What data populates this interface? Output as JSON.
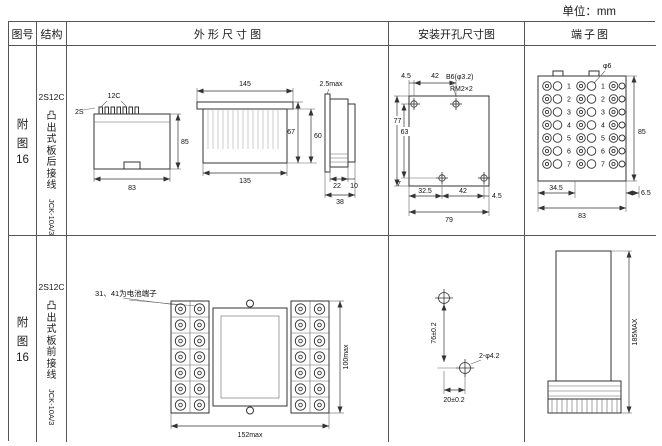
{
  "unit_label": "单位：mm",
  "headers": {
    "fig_no": "图号",
    "structure": "结构",
    "outline": "外 形 尺 寸 图",
    "install": "安装开孔尺寸图",
    "terminal": "端子图"
  },
  "row1": {
    "fig_no": [
      "附",
      "图",
      "16"
    ],
    "model": "2S12C",
    "mount_chars": [
      "凸",
      "出",
      "式",
      "板",
      "后",
      "接",
      "线"
    ],
    "code": "JCK-10A/3",
    "outline": {
      "top_label": "12C",
      "side_label": "2S",
      "height": "85",
      "width": "83",
      "front_top": "145",
      "front_bottom": "135",
      "h_outer": "67",
      "h_inner": "60",
      "flange": "2.5max",
      "d22": "22",
      "d10": "10",
      "d38": "38"
    },
    "install": {
      "d45_top": "4.5",
      "d42_top": "42",
      "hole_label": "B6(φ3.2)",
      "screw_label": "RM2×2",
      "d77": "77",
      "d63": "63",
      "d7": "7",
      "d325": "32.5",
      "d42_bot": "42",
      "d45_bot": "4.5",
      "d79": "79"
    },
    "terminal": {
      "hole_dia": "φ6",
      "height": "85",
      "d345": "34.5",
      "width": "83",
      "d65": "6.5",
      "row_numbers": [
        "1",
        "2",
        "3",
        "4",
        "5",
        "6",
        "7"
      ]
    }
  },
  "row2": {
    "fig_no": [
      "附",
      "图",
      "16"
    ],
    "model": "2S12C",
    "mount_chars": [
      "凸",
      "出",
      "式",
      "板",
      "前",
      "接",
      "线"
    ],
    "code": "JCK-10A/3",
    "outline": {
      "note": "31、41为电池端子",
      "height": "100max",
      "width": "152max"
    },
    "install": {
      "v_dim": "76±0.2",
      "hole_label": "2-φ4.2",
      "h_dim": "20±0.2"
    },
    "terminal": {
      "height": "185MAX"
    }
  }
}
